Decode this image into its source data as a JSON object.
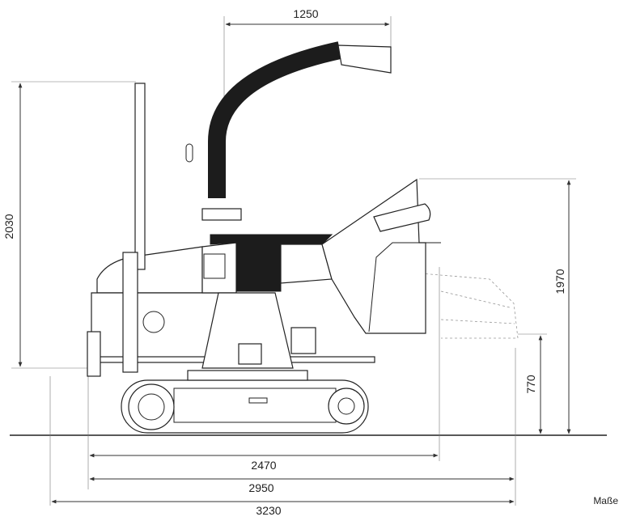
{
  "dimensions": {
    "chute_reach": "1250",
    "overall_height": "2030",
    "hopper_height": "1970",
    "feed_height": "770",
    "length_2470": "2470",
    "length_2950": "2950",
    "length_3230": "3230"
  },
  "caption": "Maße",
  "colors": {
    "line": "#222222",
    "dark": "#1c1c1c",
    "dim": "#333333"
  }
}
